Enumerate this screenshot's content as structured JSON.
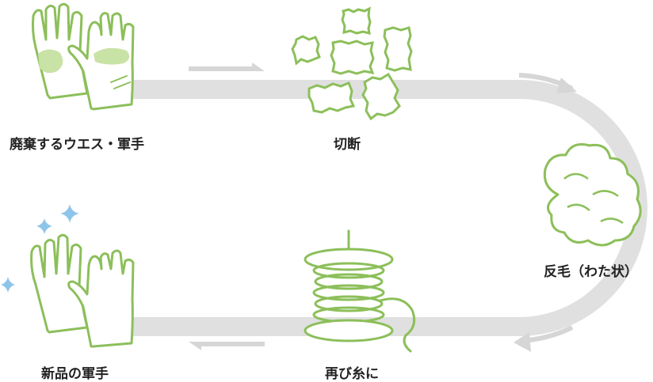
{
  "colors": {
    "track": "#e0e0e0",
    "arrow": "#d6d6d6",
    "green_stroke": "#8cbf5a",
    "green_fill": "#c9e2a6",
    "sparkle": "#8ec4ea"
  },
  "steps": {
    "waste_gloves": {
      "label": "廃棄するウエス・軍手",
      "icon": "dirty-gloves-icon"
    },
    "cutting": {
      "label": "切断",
      "icon": "cut-pieces-icon"
    },
    "fluff": {
      "label": "反毛（わた状）",
      "icon": "cotton-fluff-icon"
    },
    "thread": {
      "label": "再び糸に",
      "icon": "thread-spool-icon"
    },
    "new_gloves": {
      "label": "新品の軍手",
      "icon": "new-gloves-icon"
    }
  }
}
